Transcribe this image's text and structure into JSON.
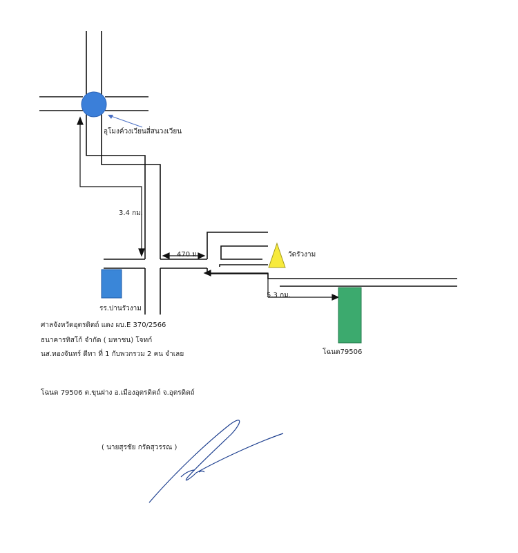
{
  "map": {
    "colors": {
      "road": "#111111",
      "circle": "#3b7fd9",
      "school": "#3a86d8",
      "parcel": "#3caa6e",
      "temple": "#f7ea3c",
      "pointer": "#4a6fc4",
      "signature": "#1d3f8f"
    },
    "landmarks": {
      "circle_label": "อุโมงค์วงเวียนสี่สนวงเวียน",
      "school_label": "รร.ปานรัวงาม",
      "temple_label": "วัดรัวงาม",
      "parcel_label": "โฉนด79506"
    },
    "distances": {
      "north": "3.4 กม.",
      "east": "470 ม.",
      "parcel": "5.3 กม."
    }
  },
  "notes": {
    "line1": "ศาลจังหวัดอุตรดิตถ์ แดง ผบ.E 370/2566",
    "line2": "ธนาคารทิสโก้ จำกัด ( มหาชน)   โจทก์",
    "line3": "นส.ทองจันทร์ ดีทา ที่ 1 กับพวกรวม 2 คน จำเลย",
    "title_deed": "โฉนด 79506 ต.ขุนฝาง อ.เมืองอุตรดิตถ์ จ.อุตรดิตถ์",
    "signer": "( นายสุรชัย  กรัดสุวรรณ )"
  }
}
